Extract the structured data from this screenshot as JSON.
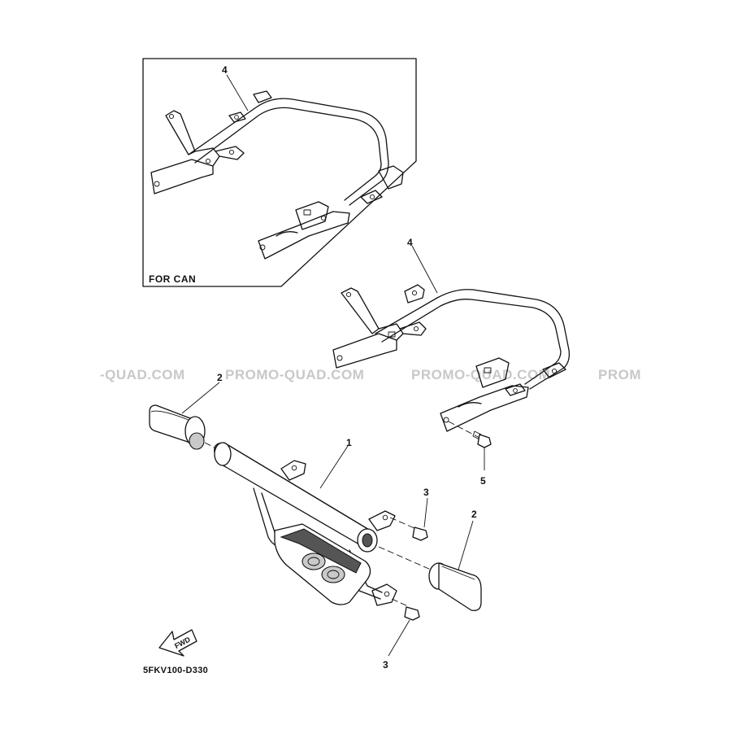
{
  "inset": {
    "title": "FOR CAN"
  },
  "callouts": {
    "inset_part": "4",
    "main_part4": "4",
    "part1": "1",
    "part2_left": "2",
    "part2_right": "2",
    "part3_upper": "3",
    "part3_lower": "3",
    "part5": "5"
  },
  "direction": {
    "label": "FWD",
    "icon": "forward-arrow-icon"
  },
  "diagram_code": "5FKV100-D330",
  "watermark": {
    "segments": [
      "-QUAD.COM",
      "PROMO-QUAD.COM",
      "PROMO-QUAD.COM",
      "PROM"
    ],
    "color": "#c8c8c8"
  }
}
